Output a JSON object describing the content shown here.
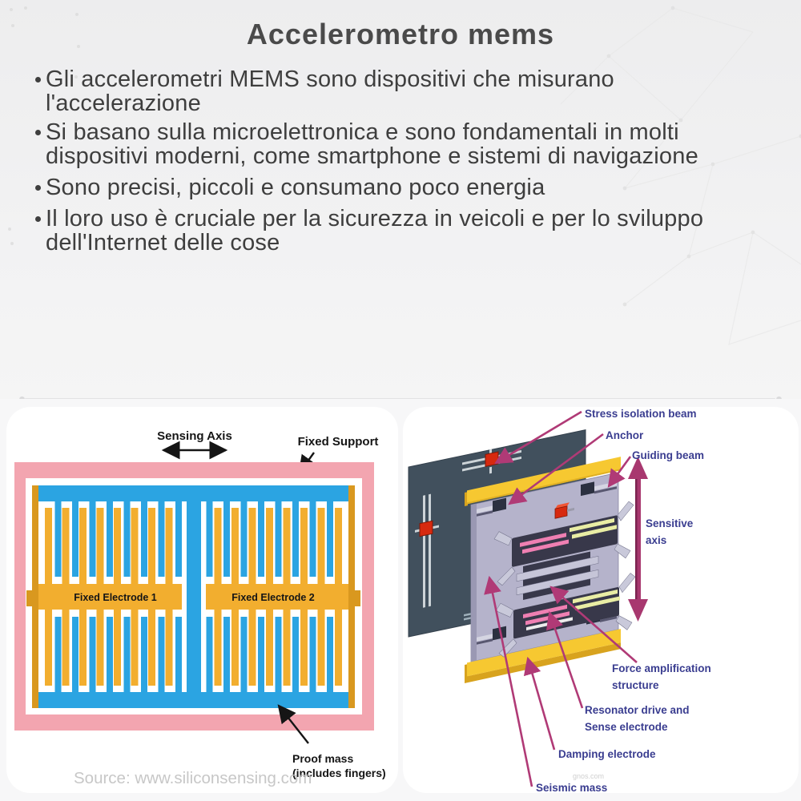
{
  "title": "Accelerometro mems",
  "bullets": [
    {
      "lines": [
        "Gli accelerometri MEMS sono dispositivi che misurano",
        "l'accelerazione"
      ]
    },
    {
      "lines": [
        "Si basano sulla microelettronica e sono fondamentali in molti",
        "dispositivi moderni, come smartphone e sistemi di navigazione"
      ]
    },
    {
      "lines": [
        "Sono precisi, piccoli e consumano poco energia"
      ]
    },
    {
      "lines": [
        "Il loro uso è cruciale per la sicurezza in veicoli e per lo sviluppo",
        "dell'Internet delle cose"
      ]
    }
  ],
  "left_diagram": {
    "sensing_axis": "Sensing Axis",
    "fixed_support": "Fixed Support",
    "electrode1": "Fixed Electrode 1",
    "electrode2": "Fixed Electrode 2",
    "proof_mass_line1": "Proof mass",
    "proof_mass_line2": "(includes fingers)",
    "source": "Source: www.siliconsensing.com",
    "colors": {
      "support_pink": "#f3a5b0",
      "proof_mass_blue": "#2ba4e2",
      "electrode_orange": "#f2ae2f",
      "electrode_gold": "#d9981f"
    }
  },
  "right_diagram": {
    "stress_isolation_beam": "Stress isolation beam",
    "anchor": "Anchor",
    "guiding_beam": "Guiding beam",
    "sensitive_axis_line1": "Sensitive",
    "sensitive_axis_line2": "axis",
    "force_amplification_line1": "Force amplification",
    "force_amplification_line2": "structure",
    "resonator_line1": "Resonator drive and",
    "resonator_line2": "Sense electrode",
    "damping_electrode": "Damping electrode",
    "seismic_mass": "Seismic mass",
    "watermark": "gnos.com",
    "colors": {
      "label_navy": "#3a3d90",
      "arrow_magenta": "#b03a76",
      "back_plate_slate": "#41505d",
      "front_plate_lavender": "#b5b3cb",
      "guide_bar_yellow": "#f6c831",
      "anchor_red": "#d7290f"
    }
  }
}
